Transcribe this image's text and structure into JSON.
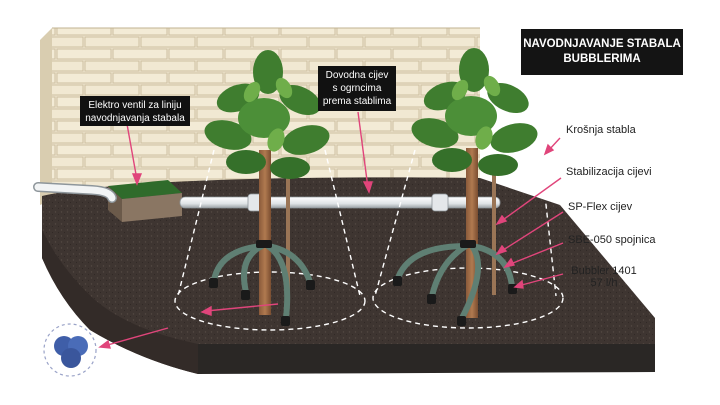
{
  "title": {
    "line1": "NAVODNJAVANJE STABALA",
    "line2": "BUBBLERIMA"
  },
  "callouts": {
    "valve": {
      "line1": "Elektro ventil za liniju",
      "line2": "navodnjavanja stabala"
    },
    "supply_pipe": {
      "line1": "Dovodna cijev",
      "line2": "s ogrncima",
      "line3": "prema stablima"
    },
    "canopy": "Krošnja stabla",
    "stabilization": "Stabilizacija cijevi",
    "sp_flex": "SP-Flex cijev",
    "sbe_coupling": "SBE-050 spojnica",
    "bubbler": {
      "line1": "Bubbler 1401",
      "line2": "57 l/h"
    }
  },
  "colors": {
    "arrow": "#e0457b",
    "soil": "#3b3330",
    "wall": "#efe6cf",
    "foliage": "#3f7d2f",
    "pipe": "#e9ecef"
  },
  "icons": {
    "bubbler_pattern": "three-circle-spray-pattern-icon"
  }
}
